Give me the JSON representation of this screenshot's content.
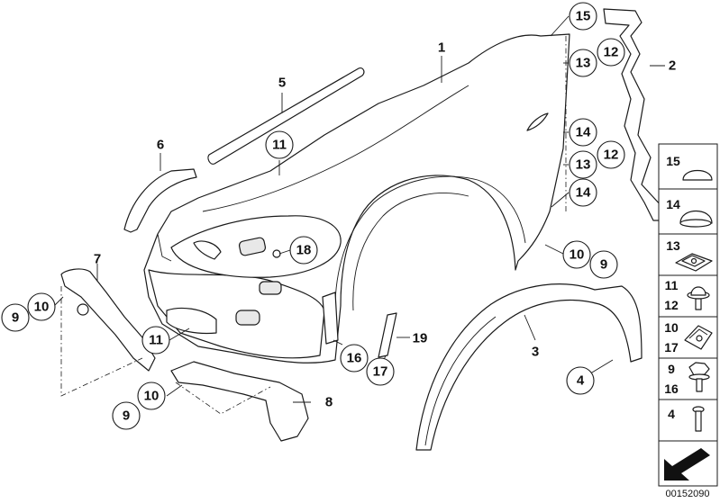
{
  "diagram": {
    "id_code": "00152090",
    "colors": {
      "line": "#1a1a1a",
      "background": "#ffffff",
      "fill_light": "#e8e8e8"
    },
    "callouts": {
      "c15_top": "15",
      "c13_a": "13",
      "c12_a": "12",
      "c14_a": "14",
      "c13_b": "13",
      "c12_b": "12",
      "c14_b": "14",
      "c11_top": "11",
      "c18": "18",
      "c10_right": "10",
      "c9_right": "9",
      "c10_left": "10",
      "c9_left": "9",
      "c11_left": "11",
      "c16": "16",
      "c17": "17",
      "c4": "4",
      "c10_bottom": "10",
      "c9_bottom": "9"
    },
    "labels": {
      "l1": "1",
      "l2": "2",
      "l3": "3",
      "l5": "5",
      "l6": "6",
      "l7": "7",
      "l8": "8",
      "l19": "19"
    }
  },
  "legend": {
    "items": [
      {
        "numbers": [
          "15"
        ],
        "icon": "dome-cap-icon"
      },
      {
        "numbers": [
          "14"
        ],
        "icon": "flat-cap-icon"
      },
      {
        "numbers": [
          "13"
        ],
        "icon": "clip-nut-icon"
      },
      {
        "numbers": [
          "11",
          "12"
        ],
        "icon": "screw-with-washer-icon"
      },
      {
        "numbers": [
          "10",
          "17"
        ],
        "icon": "spring-nut-icon"
      },
      {
        "numbers": [
          "9",
          "16"
        ],
        "icon": "hex-bolt-icon"
      },
      {
        "numbers": [
          "4"
        ],
        "icon": "rivet-icon"
      },
      {
        "numbers": [],
        "icon": "arrow-icon"
      }
    ]
  }
}
